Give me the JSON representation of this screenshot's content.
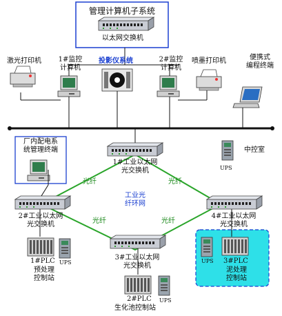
{
  "management_subsystem": {
    "title": "管理计算机子系统",
    "switch_label": "以太网交换机"
  },
  "top_devices": {
    "laser_printer": "激光打印机",
    "monitor_pc_1": [
      "1#监控",
      "计算机"
    ],
    "projector": "投影仪系统",
    "monitor_pc_2": [
      "2#监控",
      "计算机"
    ],
    "inkjet_printer": "喷墨打印机",
    "portable_terminal": [
      "便携式",
      "编程终端"
    ]
  },
  "power_terminal": [
    "厂内配电系",
    "统管理终端"
  ],
  "control_room": "中控室",
  "ups_label": "UPS",
  "ring": {
    "title": [
      "工业光",
      "纤环网"
    ],
    "fiber_label": "光纤"
  },
  "switches": {
    "s1": [
      "1#工业以太网",
      "光交换机"
    ],
    "s2": [
      "2#工业以太网",
      "光交换机"
    ],
    "s3": [
      "3#工业以太网",
      "光交换机"
    ],
    "s4": [
      "4#工业以太网",
      "光交换机"
    ]
  },
  "stations": {
    "plc1": "1#PLC",
    "pre_treatment": [
      "预处理",
      "控制站"
    ],
    "plc2": "2#PLC",
    "biochem": "生化池控制站",
    "plc3": "3#PLC",
    "sludge": [
      "泥处理",
      "控制站"
    ]
  },
  "colors": {
    "frame_blue": "#1a3fd0",
    "fiber_green": "#2aa52a",
    "sludge_fill": "#2ee0e8"
  }
}
